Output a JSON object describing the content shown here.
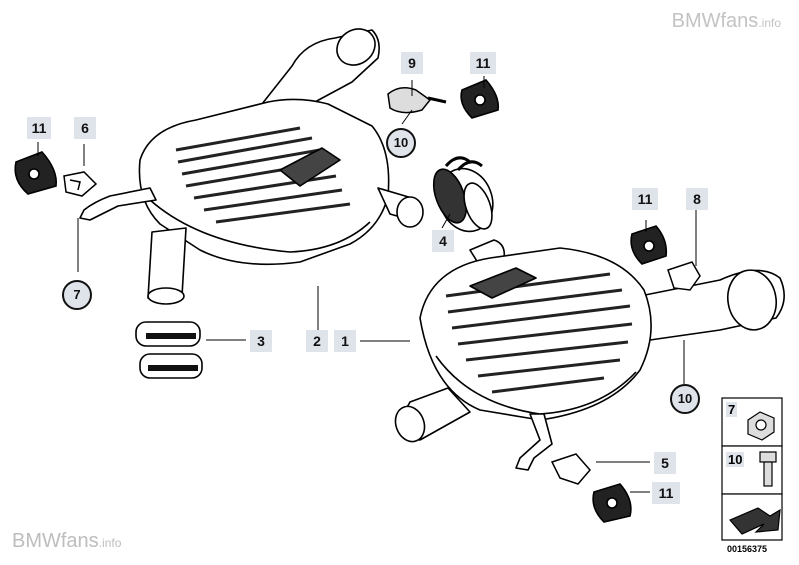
{
  "watermark_top": {
    "brand": "BMWfans",
    "suffix": ".info"
  },
  "watermark_bottom": {
    "brand": "BMWfans",
    "suffix": ".info"
  },
  "document_number": "00156375",
  "callouts": {
    "c1": "1",
    "c2": "2",
    "c3": "3",
    "c4": "4",
    "c5": "5",
    "c6": "6",
    "c7": "7",
    "c8": "8",
    "c9": "9",
    "c10a": "10",
    "c10b": "10",
    "c11a": "11",
    "c11b": "11",
    "c11c": "11",
    "c11d": "11"
  },
  "legend": {
    "nut": "7",
    "bolt": "10"
  },
  "colors": {
    "label_bg": "#dfe3ea",
    "line": "#000000",
    "part_fill": "#ffffff",
    "shade": "#1a1a1a",
    "watermark": "#c3c3c3"
  }
}
